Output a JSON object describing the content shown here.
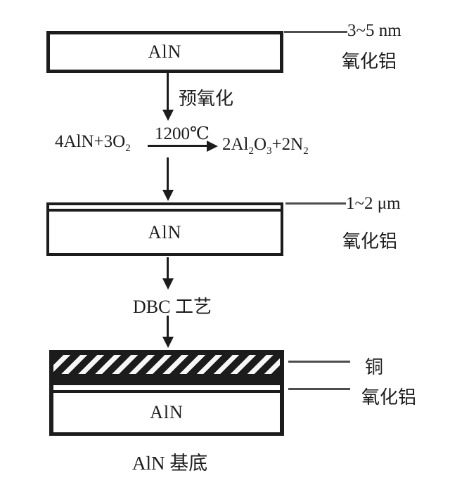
{
  "colors": {
    "ink": "#1c1c1c",
    "leader": "#4d4d4d",
    "background": "#ffffff"
  },
  "top_block": {
    "label": "AlN"
  },
  "top_annotation": {
    "size": "3~5 nm",
    "material": "氧化铝"
  },
  "step1": {
    "label": "预氧化"
  },
  "equation": {
    "lhs": "4AlN+3O",
    "lhs_sub": "2",
    "condition": "1200℃",
    "rhs1": "2Al",
    "rhs1_sub": "2",
    "rhs2": "O",
    "rhs2_sub": "3",
    "rhs3": "+2N",
    "rhs3_sub": "2"
  },
  "mid_block": {
    "label": "AlN"
  },
  "mid_annotation": {
    "size": "1~2 μm",
    "material": "氧化铝"
  },
  "step2": {
    "label": "DBC 工艺"
  },
  "bottom_block": {
    "label": "AlN",
    "copper_label": "铜",
    "oxide_label": "氧化铝"
  },
  "caption": "AlN 基底"
}
